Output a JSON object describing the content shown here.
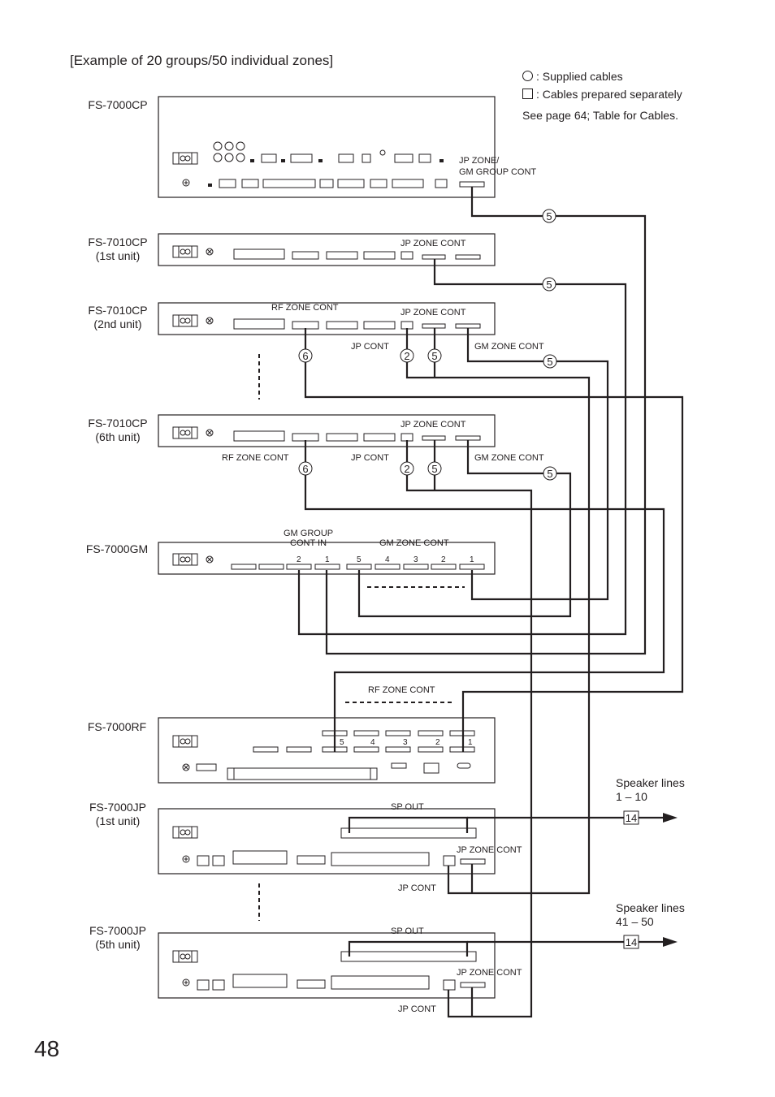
{
  "heading": "[Example of 20 groups/50 individual zones]",
  "legend": {
    "supplied": ": Supplied cables",
    "separate": ": Cables prepared separately",
    "reference": "See page 64; Table for Cables."
  },
  "units": {
    "cp": "FS-7000CP",
    "cp1_model": "FS-7010CP",
    "cp1_note": "(1st unit)",
    "cp2_model": "FS-7010CP",
    "cp2_note": "(2nd unit)",
    "cp6_model": "FS-7010CP",
    "cp6_note": "(6th unit)",
    "gm": "FS-7000GM",
    "rf": "FS-7000RF",
    "jp1_model": "FS-7000JP",
    "jp1_note": "(1st unit)",
    "jp5_model": "FS-7000JP",
    "jp5_note": "(5th unit)"
  },
  "port_labels": {
    "jp_zone_gm_1": "JP ZONE/",
    "jp_zone_gm_2": "GM GROUP CONT",
    "jp_zone_cont": "JP ZONE CONT",
    "rf_zone_cont": "RF ZONE CONT",
    "jp_cont": "JP CONT",
    "gm_zone_cont": "GM ZONE CONT",
    "gm_group_cont_in_1": "GM GROUP",
    "gm_group_cont_in_2": "CONT IN",
    "sp_out": "SP OUT"
  },
  "port_numbers": {
    "gm_in": [
      "2",
      "1"
    ],
    "gm_zone": [
      "5",
      "4",
      "3",
      "2",
      "1"
    ],
    "rf": [
      "5",
      "4",
      "3",
      "2",
      "1"
    ]
  },
  "cable_tags": {
    "five": "5",
    "two": "2",
    "six": "6",
    "fourteen": "14"
  },
  "speakers": {
    "a_line1": "Speaker lines",
    "a_line2": "1 – 10",
    "b_line1": "Speaker lines",
    "b_line2": "41 – 50"
  },
  "page_number": "48"
}
